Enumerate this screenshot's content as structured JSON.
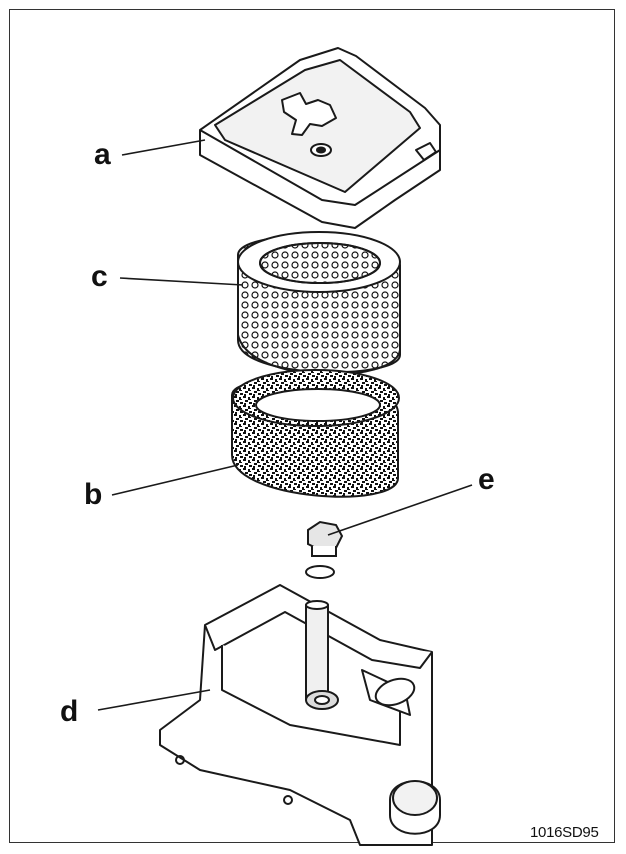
{
  "labels": {
    "a": "a",
    "b": "b",
    "c": "c",
    "d": "d",
    "e": "e"
  },
  "figure_code": "1016SD95",
  "colors": {
    "line": "#1a1a1a",
    "fill": "#ffffff",
    "shade": "#d9d9d9",
    "border": "#333333"
  }
}
